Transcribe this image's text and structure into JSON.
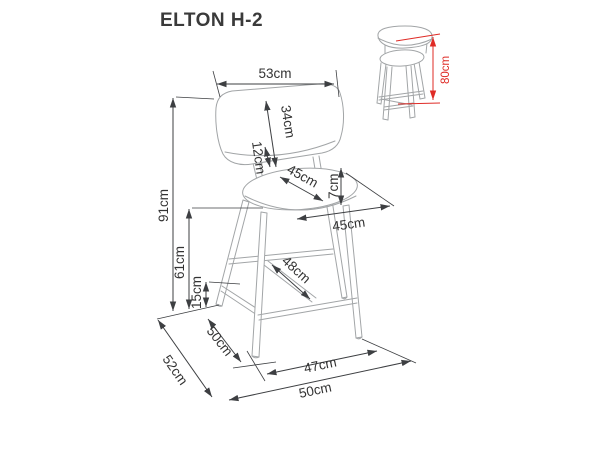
{
  "header": {
    "title": "ELTON H-2"
  },
  "diagram": {
    "unit": "cm",
    "colors": {
      "stool_outline": "#a2a5a7",
      "dimension_lines": "#3d3f42",
      "accent_red": "#df2b26"
    },
    "dims": {
      "backrest_width": "53cm",
      "backrest_height": "34cm",
      "back_gap": "12cm",
      "seat_width": "45cm",
      "seat_thickness": "7cm",
      "seat_depth": "45cm",
      "total_height": "91cm",
      "seat_underside_height": "61cm",
      "footrest_height": "15cm",
      "footrest_bar": "48cm",
      "side_depth": "50cm",
      "overall_depth": "52cm",
      "front_leg_span": "47cm",
      "base_width": "50cm",
      "side_view_height": "80cm"
    }
  }
}
